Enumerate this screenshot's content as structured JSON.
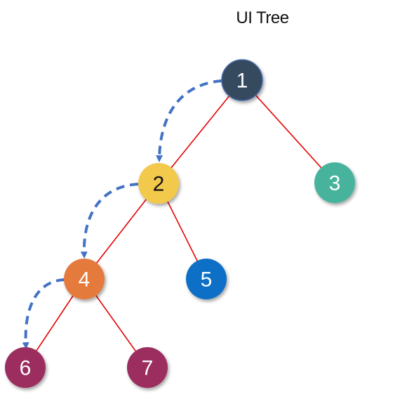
{
  "title": "UI Tree",
  "nodes": [
    {
      "id": "1",
      "label": "1",
      "color": "#344a5e",
      "text_color": "#ffffff"
    },
    {
      "id": "2",
      "label": "2",
      "color": "#f2c94c",
      "text_color": "#111111"
    },
    {
      "id": "3",
      "label": "3",
      "color": "#46b39d",
      "text_color": "#ffffff"
    },
    {
      "id": "4",
      "label": "4",
      "color": "#e57a3c",
      "text_color": "#ffffff"
    },
    {
      "id": "5",
      "label": "5",
      "color": "#0b6fc6",
      "text_color": "#ffffff"
    },
    {
      "id": "6",
      "label": "6",
      "color": "#9b2f5f",
      "text_color": "#ffffff"
    },
    {
      "id": "7",
      "label": "7",
      "color": "#9b2f5f",
      "text_color": "#ffffff"
    }
  ],
  "edges": [
    {
      "from": "1",
      "to": "2"
    },
    {
      "from": "1",
      "to": "3"
    },
    {
      "from": "2",
      "to": "4"
    },
    {
      "from": "2",
      "to": "5"
    },
    {
      "from": "4",
      "to": "6"
    },
    {
      "from": "4",
      "to": "7"
    }
  ],
  "traversal": [
    {
      "from": "1",
      "to": "2"
    },
    {
      "from": "2",
      "to": "4"
    },
    {
      "from": "4",
      "to": "6"
    }
  ],
  "colors": {
    "edge": "#e60000",
    "traversal_arrow": "#4472c4"
  }
}
